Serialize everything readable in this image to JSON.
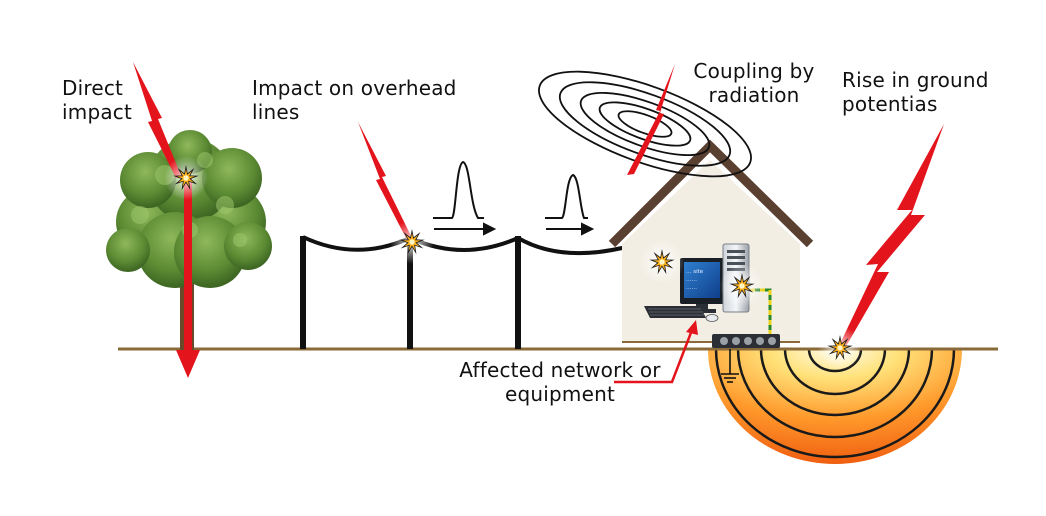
{
  "labels": {
    "direct_impact": [
      "Direct",
      "impact"
    ],
    "overhead_lines": [
      "Impact on overhead",
      "lines"
    ],
    "radiation": [
      "Coupling by",
      "radiation"
    ],
    "ground": [
      "Rise in ground",
      "potentias"
    ],
    "affected": [
      "Affected network or",
      "equipment"
    ]
  },
  "monitor_text": [
    "… site",
    "……",
    "……"
  ],
  "colors": {
    "lightning": "#e3141b",
    "ground_line": "#8b6a3a",
    "tree_canopy": "#4f7d2e",
    "house_wall": "#f2eee4",
    "roof": "#5a4030",
    "ground_glow": "#ff7f1e"
  },
  "icons": [
    "lightning-bolt-icon",
    "spark-burst-icon",
    "computer-icon",
    "server-tower-icon",
    "tree-icon",
    "house-icon",
    "ground-symbol-icon"
  ]
}
